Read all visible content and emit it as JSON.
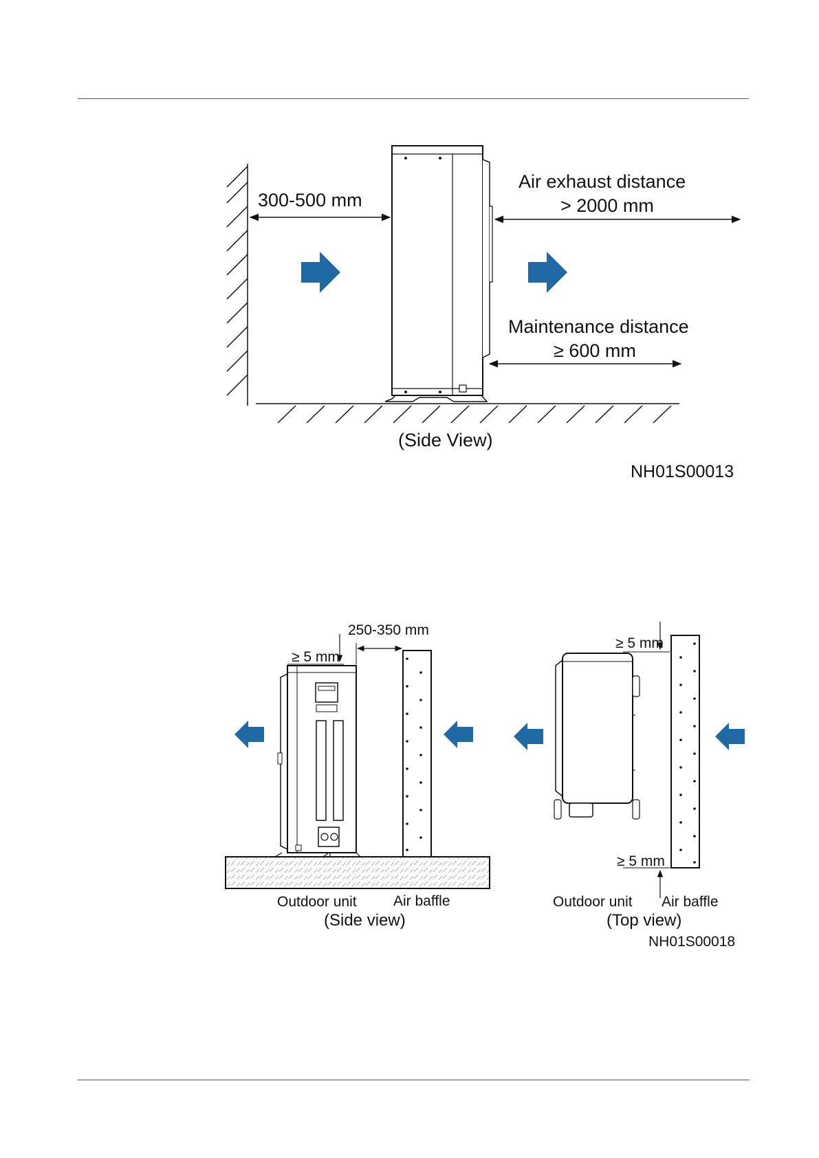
{
  "figure1": {
    "wall_distance": "300-500 mm",
    "exhaust_line1": "Air exhaust distance",
    "exhaust_line2": "> 2000 mm",
    "maintenance_line1": "Maintenance distance",
    "maintenance_line2": "≥ 600 mm",
    "view_caption": "(Side View)",
    "figure_id": "NH01S00013"
  },
  "figure2": {
    "side": {
      "baffle_distance": "250-350 mm",
      "top_clearance": "≥ 5 mm",
      "unit_label": "Outdoor unit",
      "baffle_label": "Air baffle",
      "view_caption": "(Side view)"
    },
    "top": {
      "top_clearance": "≥ 5 mm",
      "bottom_clearance": "≥ 5 mm",
      "unit_label": "Outdoor unit",
      "baffle_label": "Air baffle",
      "view_caption": "(Top view)"
    },
    "figure_id": "NH01S00018"
  },
  "colors": {
    "arrow": "#1f6aa5",
    "line": "#111111"
  }
}
